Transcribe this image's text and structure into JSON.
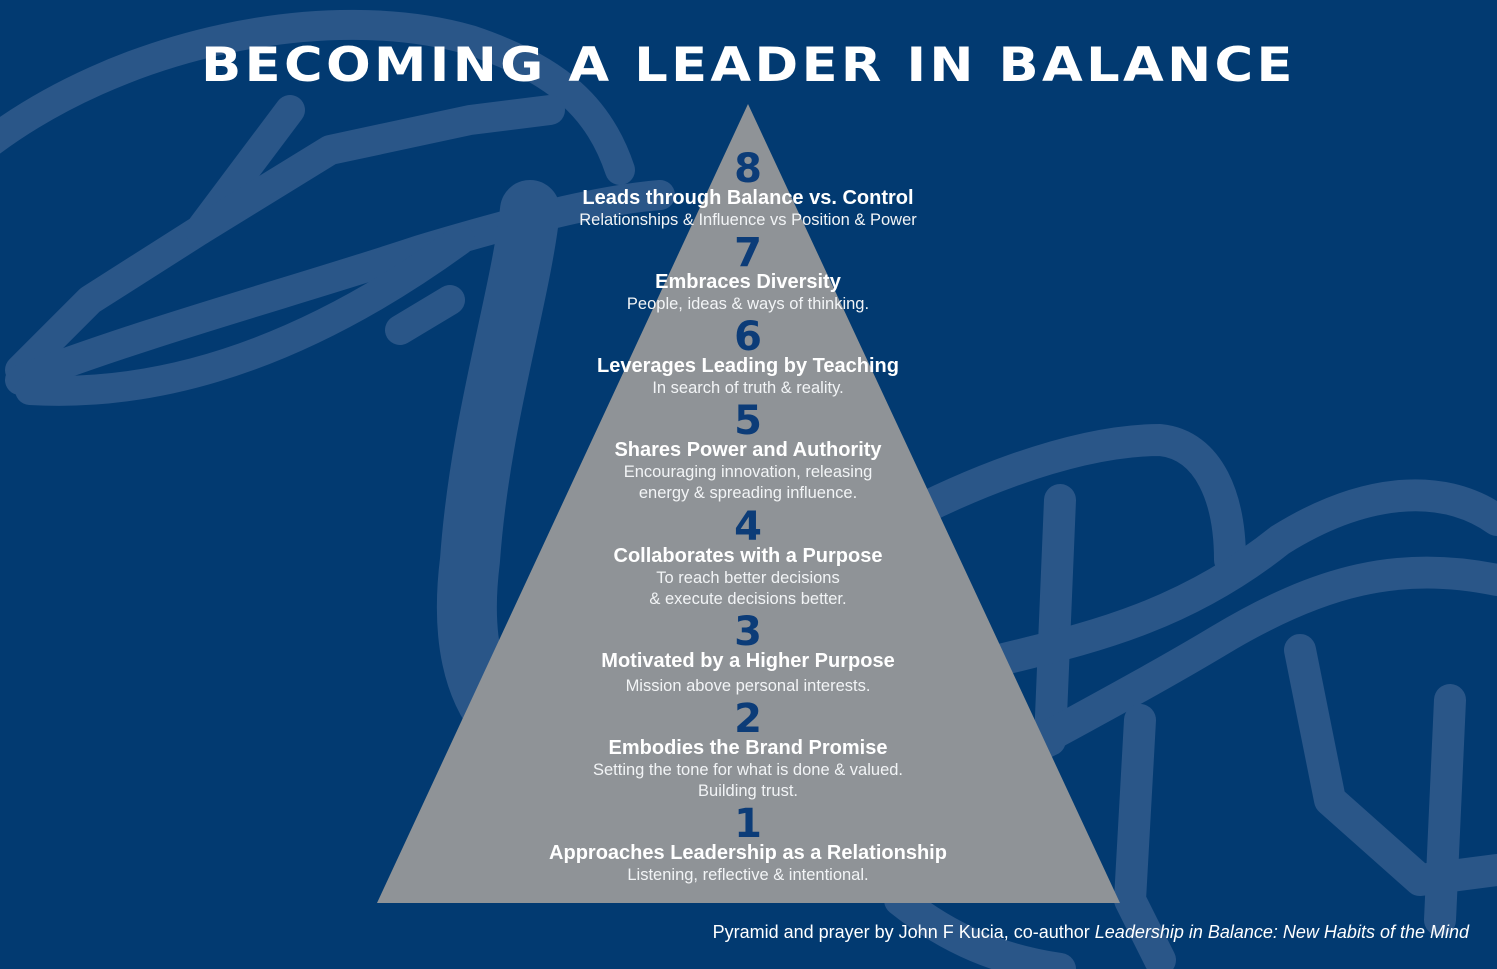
{
  "title": "BECOMING A LEADER IN BALANCE",
  "colors": {
    "background": "#023a71",
    "background_art": "#2a5688",
    "pyramid": "#8f9397",
    "number": "#0c3c78",
    "text": "#ffffff"
  },
  "pyramid": {
    "levels": [
      {
        "number": "8",
        "heading": "Leads through Balance vs. Control",
        "desc": [
          "Relationships & Influence vs Position & Power"
        ]
      },
      {
        "number": "7",
        "heading": "Embraces Diversity",
        "desc": [
          "People, ideas & ways of thinking."
        ]
      },
      {
        "number": "6",
        "heading": "Leverages Leading by Teaching",
        "desc": [
          "In search of truth & reality."
        ]
      },
      {
        "number": "5",
        "heading": "Shares Power and Authority",
        "desc": [
          "Encouraging innovation, releasing",
          "energy & spreading influence."
        ]
      },
      {
        "number": "4",
        "heading": "Collaborates with a Purpose",
        "desc": [
          "To reach better decisions",
          "& execute decisions better."
        ]
      },
      {
        "number": "3",
        "heading": "Motivated by a Higher Purpose",
        "desc": [
          "Mission above personal interests."
        ]
      },
      {
        "number": "2",
        "heading": "Embodies the Brand Promise",
        "desc": [
          "Setting the tone for what is done & valued.",
          "Building trust."
        ]
      },
      {
        "number": "1",
        "heading": "Approaches Leadership as a Relationship",
        "desc": [
          "Listening, reflective & intentional."
        ]
      }
    ]
  },
  "credit": {
    "prefix": "Pyramid and prayer by John F Kucia, co-author ",
    "book": "Leadership in Balance: New Habits of the Mind"
  }
}
